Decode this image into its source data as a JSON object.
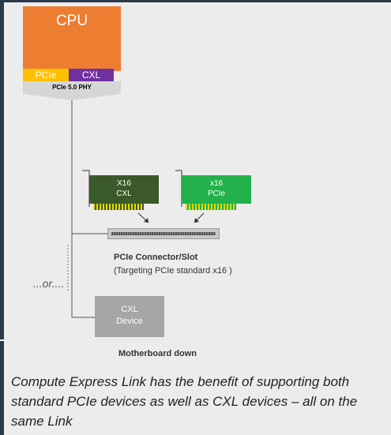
{
  "cpu": {
    "title": "CPU",
    "pcie_label": "PCIe",
    "cxl_label": "CXL",
    "phy_label": "PCIe 5.0 PHY"
  },
  "cards": {
    "cxl_card": {
      "line1": "X16",
      "line2": "CXL"
    },
    "pcie_card": {
      "line1": "x16",
      "line2": "PCIe"
    }
  },
  "slot": {
    "label": "PCIe Connector/Slot",
    "sublabel": "(Targeting PCIe standard x16 )"
  },
  "or_text": "...or....",
  "cxl_device": {
    "line1": "CXL",
    "line2": "Device"
  },
  "motherboard_label": "Motherboard down",
  "caption": "Compute Express Link has the benefit of supporting both standard PCIe devices as well as CXL devices – all on the same Link",
  "colors": {
    "cpu": "#ed7d31",
    "pcie": "#ffc000",
    "cxl": "#7030a0",
    "cxl_card": "#3a5a2a",
    "pcie_card": "#22b14c",
    "cxl_device": "#a6a6a6"
  }
}
